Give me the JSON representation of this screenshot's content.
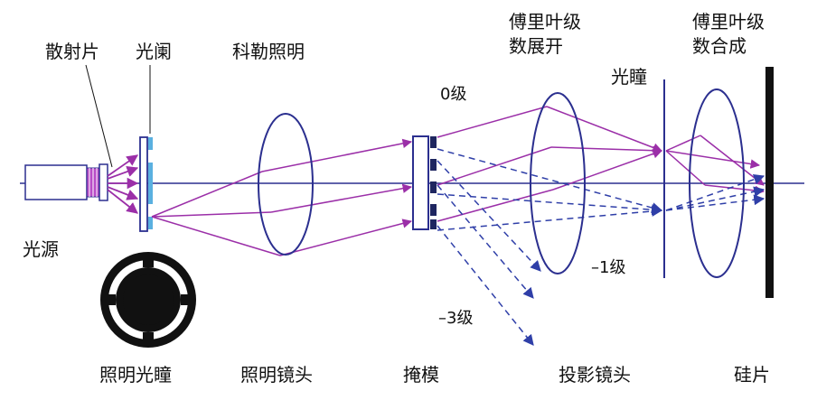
{
  "labels": {
    "scatter_plate": "散射片",
    "aperture": "光阑",
    "kohler": "科勒照明",
    "fourier_expand_1": "傅里叶级",
    "fourier_expand_2": "数展开",
    "fourier_synth_1": "傅里叶级",
    "fourier_synth_2": "数合成",
    "pupil": "光瞳",
    "light_source": "光源",
    "order_0": "0级",
    "order_m1": "–1级",
    "order_m3": "–3级",
    "illum_pupil": "照明光瞳",
    "illum_lens": "照明镜头",
    "mask": "掩模",
    "proj_lens": "投影镜头",
    "wafer": "硅片"
  },
  "colors": {
    "optical": "#2b2f8f",
    "ray": "#9b2fa8",
    "diffraction": "#2f3fa8",
    "wafer": "#111111",
    "aperture_glass": "#5ab0e0",
    "stop": "#111111"
  }
}
